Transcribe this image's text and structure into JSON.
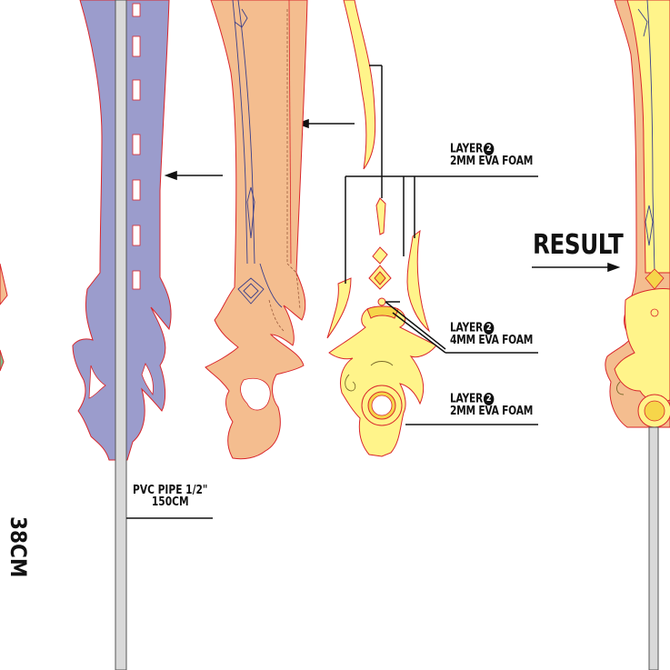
{
  "labels": {
    "layer_top": {
      "text": "LAYER",
      "number": "2",
      "material": "2MM EVA FOAM"
    },
    "layer_mid": {
      "text": "LAYER",
      "number": "2",
      "material": "4MM EVA FOAM"
    },
    "layer_bottom": {
      "text": "LAYER",
      "number": "2",
      "material": "2MM EVA FOAM"
    },
    "pipe": {
      "line1": "PVC PIPE 1/2\"",
      "line2": "150CM"
    },
    "result": "RESULT",
    "dimension": "38CM"
  },
  "colors": {
    "purple_core": "#9b9ccc",
    "peach_body": "#f4bd8f",
    "gold": "#fff48a",
    "gold_shade": "#f6d54a",
    "outline_red": "#d9262b",
    "pipe_gray": "#d9d9d9",
    "ink": "#111111"
  }
}
